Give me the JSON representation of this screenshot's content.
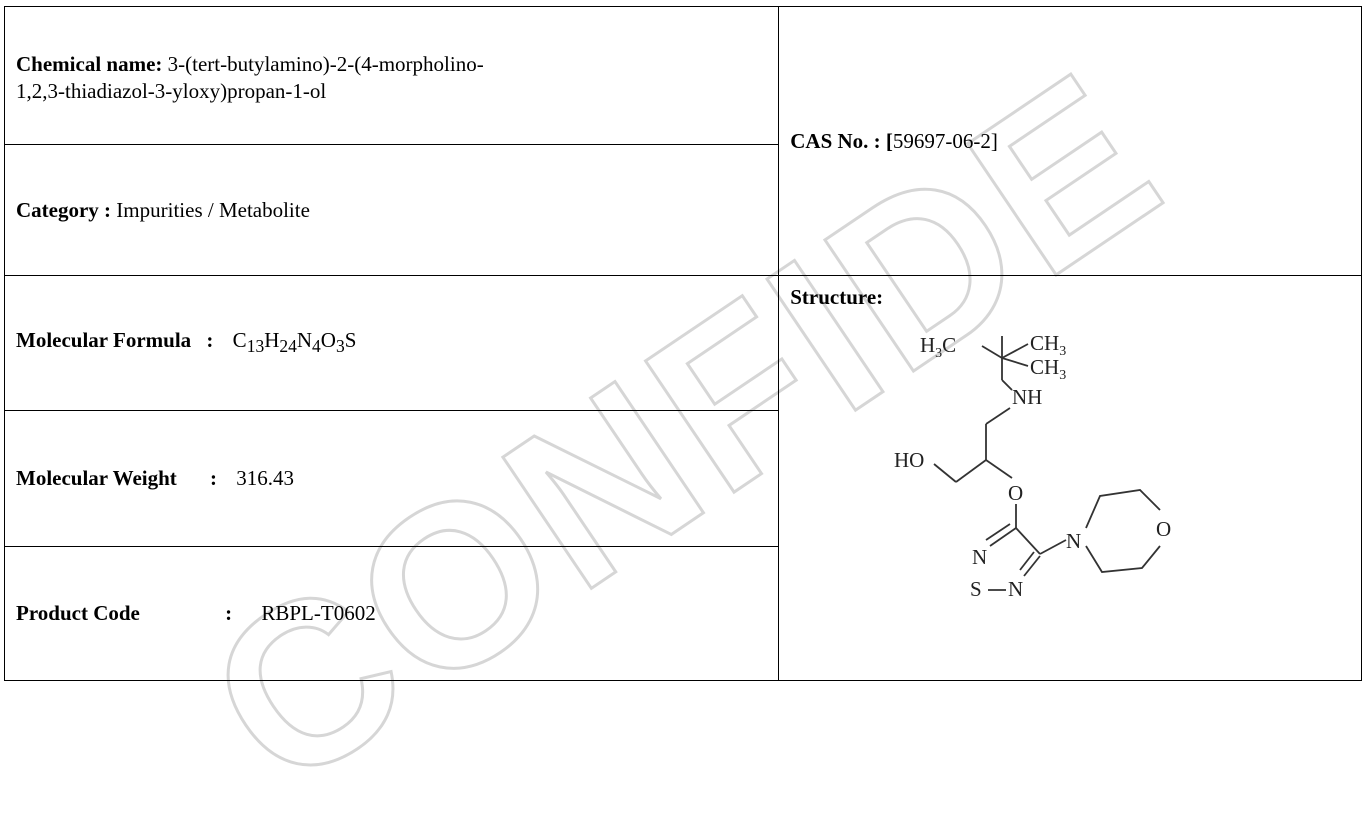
{
  "watermark": "CONFIDENTIAL",
  "chemical_name": {
    "label": "Chemical name:",
    "value_line1": "3-(tert-butylamino)-2-(4-morpholino-",
    "value_line2": "1,2,3-thiadiazol-3-yloxy)propan-1-ol"
  },
  "cas": {
    "label": "CAS No. : [",
    "value": "59697-06-2]"
  },
  "category": {
    "label": "Category :",
    "value": "Impurities / Metabolite"
  },
  "formula": {
    "label": "Molecular Formula",
    "separator": ":",
    "parts": [
      "C",
      "13",
      "H",
      "24",
      "N",
      "4",
      "O",
      "3",
      "S"
    ]
  },
  "weight": {
    "label": "Molecular Weight",
    "separator": ":",
    "value": "316.43"
  },
  "code": {
    "label": "Product Code",
    "separator": ":",
    "value": "RBPL-T0602"
  },
  "structure": {
    "label": "Structure:",
    "atoms": {
      "h3c": "H",
      "h3c_sub": "3",
      "h3c_c": "C",
      "ch3_top": "CH",
      "ch3_top_sub": "3",
      "ch3_bottom": "CH",
      "ch3_bottom_sub": "3",
      "nh": "NH",
      "ho": "HO",
      "o_ether": "O",
      "n_ring_left": "N",
      "n_morph": "N",
      "o_morph": "O",
      "s_ring": "S",
      "n_ring_bottom": "N"
    }
  }
}
